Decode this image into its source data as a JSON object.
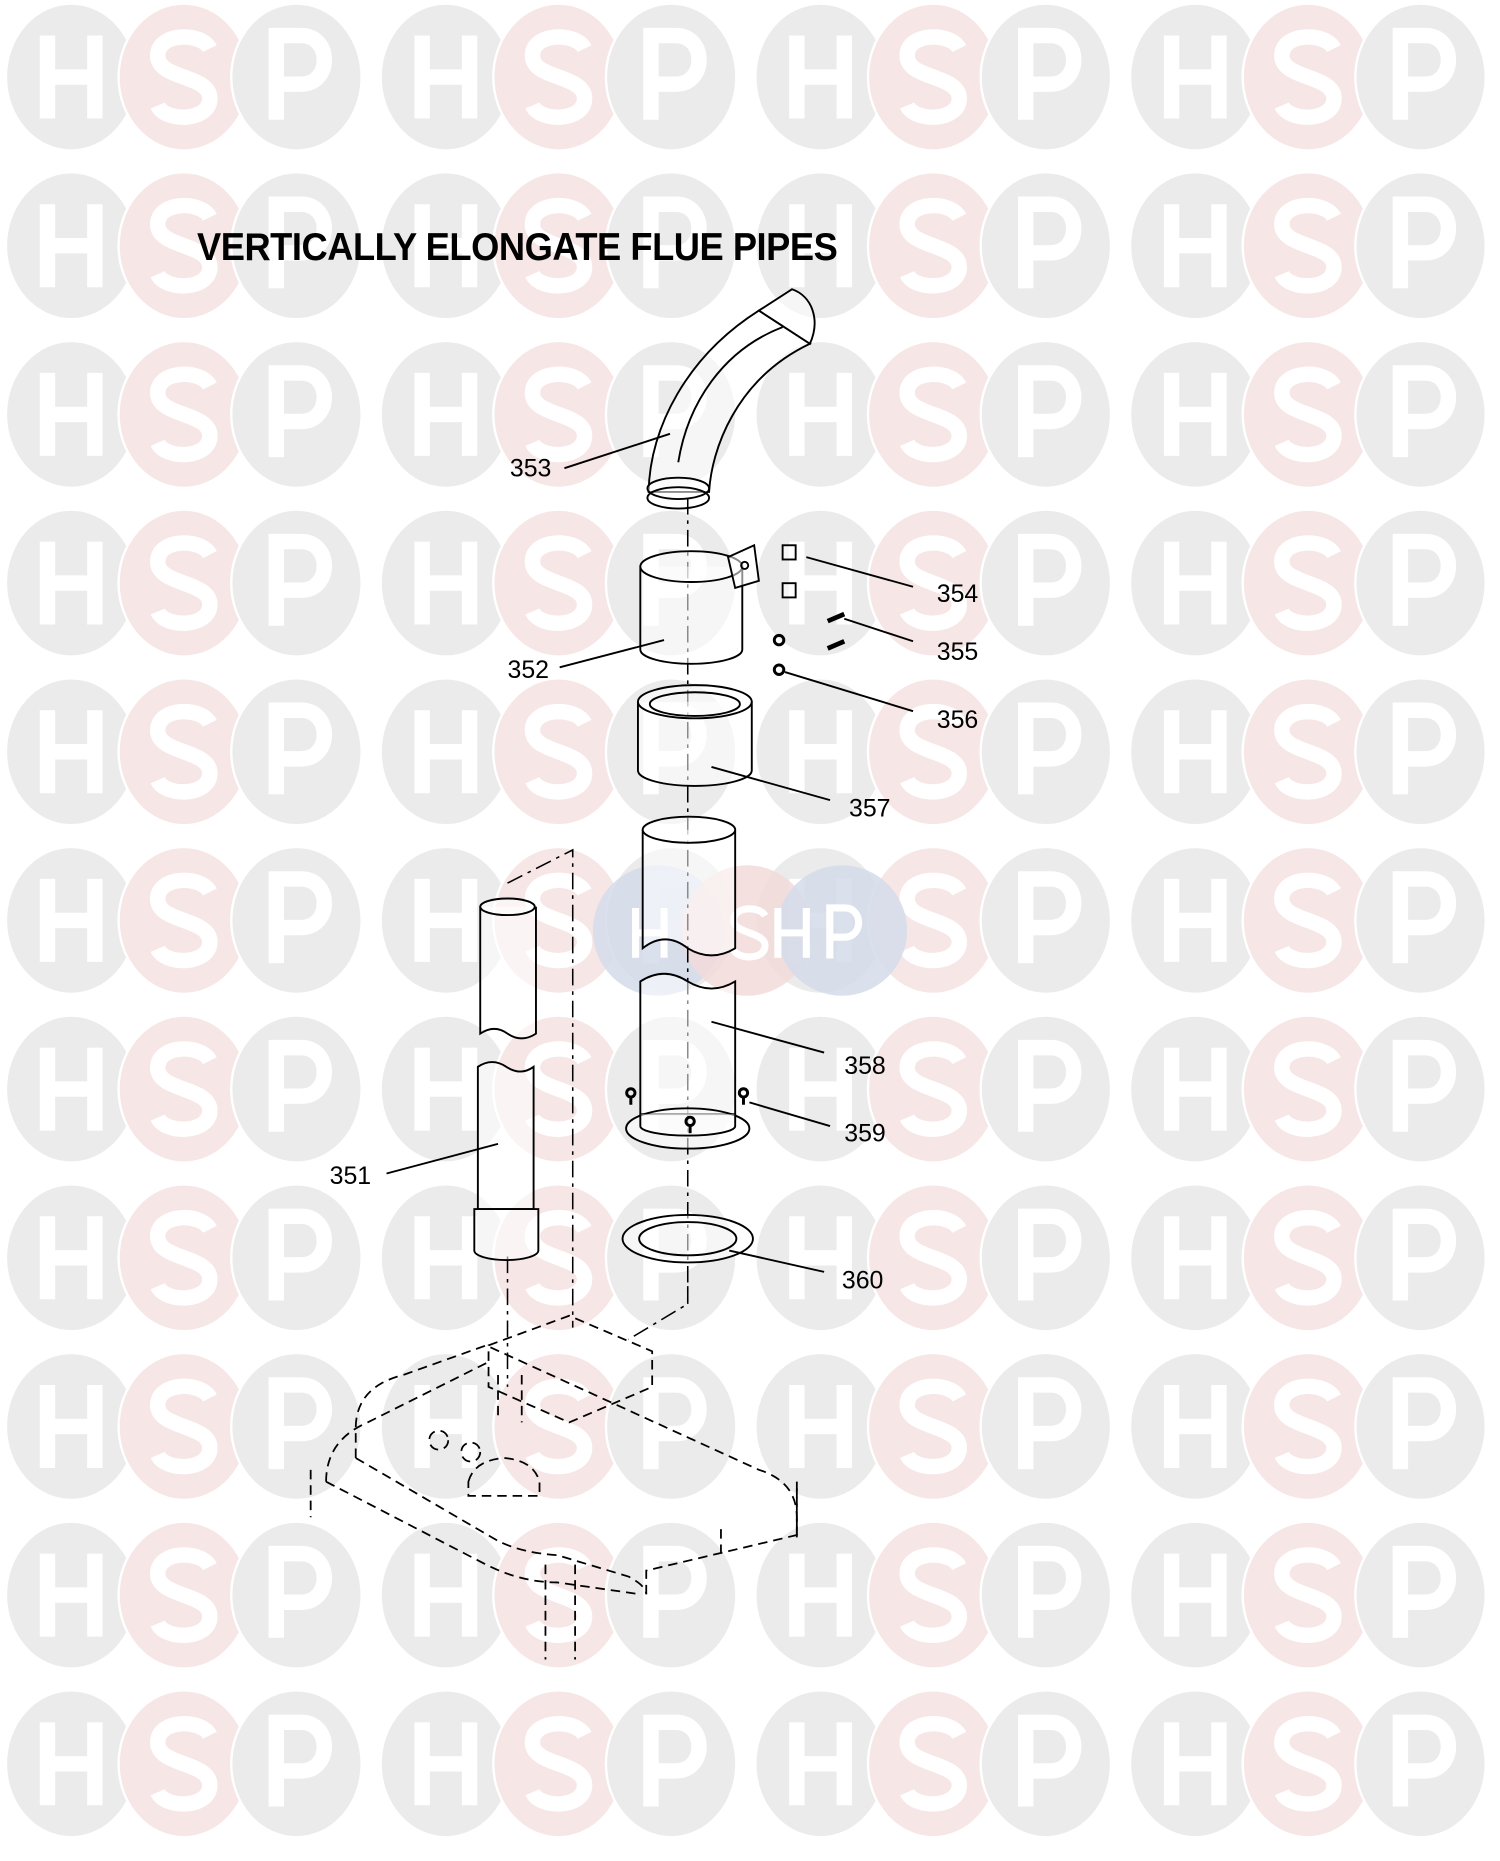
{
  "title": "VERTICALLY ELONGATE FLUE PIPES",
  "watermark": {
    "letters": [
      "H",
      "S",
      "P"
    ],
    "colors": {
      "gray": "#ebebeb",
      "pink": "#f6e6e6",
      "blue": "#d4dcea",
      "red": "#f3dada"
    }
  },
  "parts": [
    {
      "id": "351",
      "label": "351"
    },
    {
      "id": "352",
      "label": "352"
    },
    {
      "id": "353",
      "label": "353"
    },
    {
      "id": "354",
      "label": "354"
    },
    {
      "id": "355",
      "label": "355"
    },
    {
      "id": "356",
      "label": "356"
    },
    {
      "id": "357",
      "label": "357"
    },
    {
      "id": "358",
      "label": "358"
    },
    {
      "id": "359",
      "label": "359"
    },
    {
      "id": "360",
      "label": "360"
    }
  ]
}
